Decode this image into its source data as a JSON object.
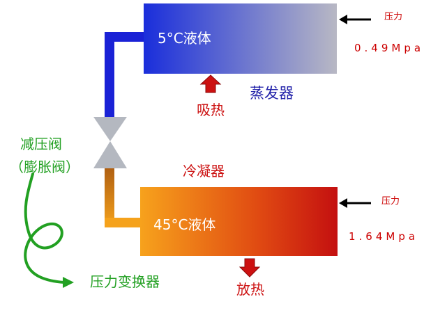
{
  "evaporator": {
    "temp_label": "5°C液体",
    "name": "蒸发器",
    "pressure_label": "压力",
    "pressure_value": "0.49Mpa",
    "heat_label": "吸热",
    "gradient": [
      "#1a2edb",
      "#b8b8c4"
    ]
  },
  "condenser": {
    "temp_label": "45°C液体",
    "name": "冷凝器",
    "pressure_label": "压力",
    "pressure_value": "1.64Mpa",
    "heat_label": "放热",
    "gradient": [
      "#f7a21c",
      "#c41010"
    ]
  },
  "valve": {
    "line1": "减压阀",
    "line2": "（膨胀阀）"
  },
  "transducer": {
    "label": "压力变换器"
  },
  "colors": {
    "pipe_blue": "#1a22d6",
    "pipe_orange": "#f09a1c",
    "valve_gray": "#b4b8c0",
    "arrow_red": "#cc1111",
    "arrow_black": "#000000",
    "green": "#22a022"
  }
}
